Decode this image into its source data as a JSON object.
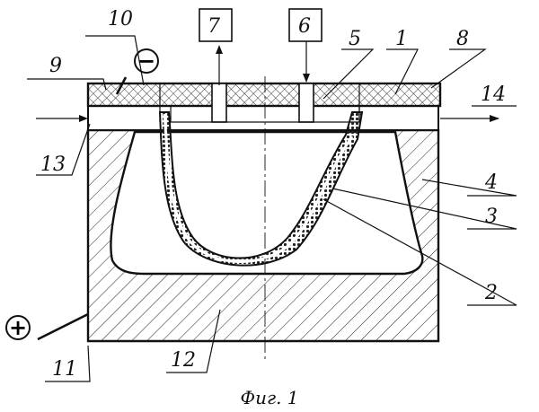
{
  "figure": {
    "caption": "Фиг. 1",
    "labels": {
      "l1": "1",
      "l2": "2",
      "l3": "3",
      "l4": "4",
      "l5": "5",
      "l6": "6",
      "l7": "7",
      "l8": "8",
      "l9": "9",
      "l10": "10",
      "l11": "11",
      "l12": "12",
      "l13": "13",
      "l14": "14"
    },
    "polarity": {
      "minus": "−",
      "plus": "+"
    }
  }
}
